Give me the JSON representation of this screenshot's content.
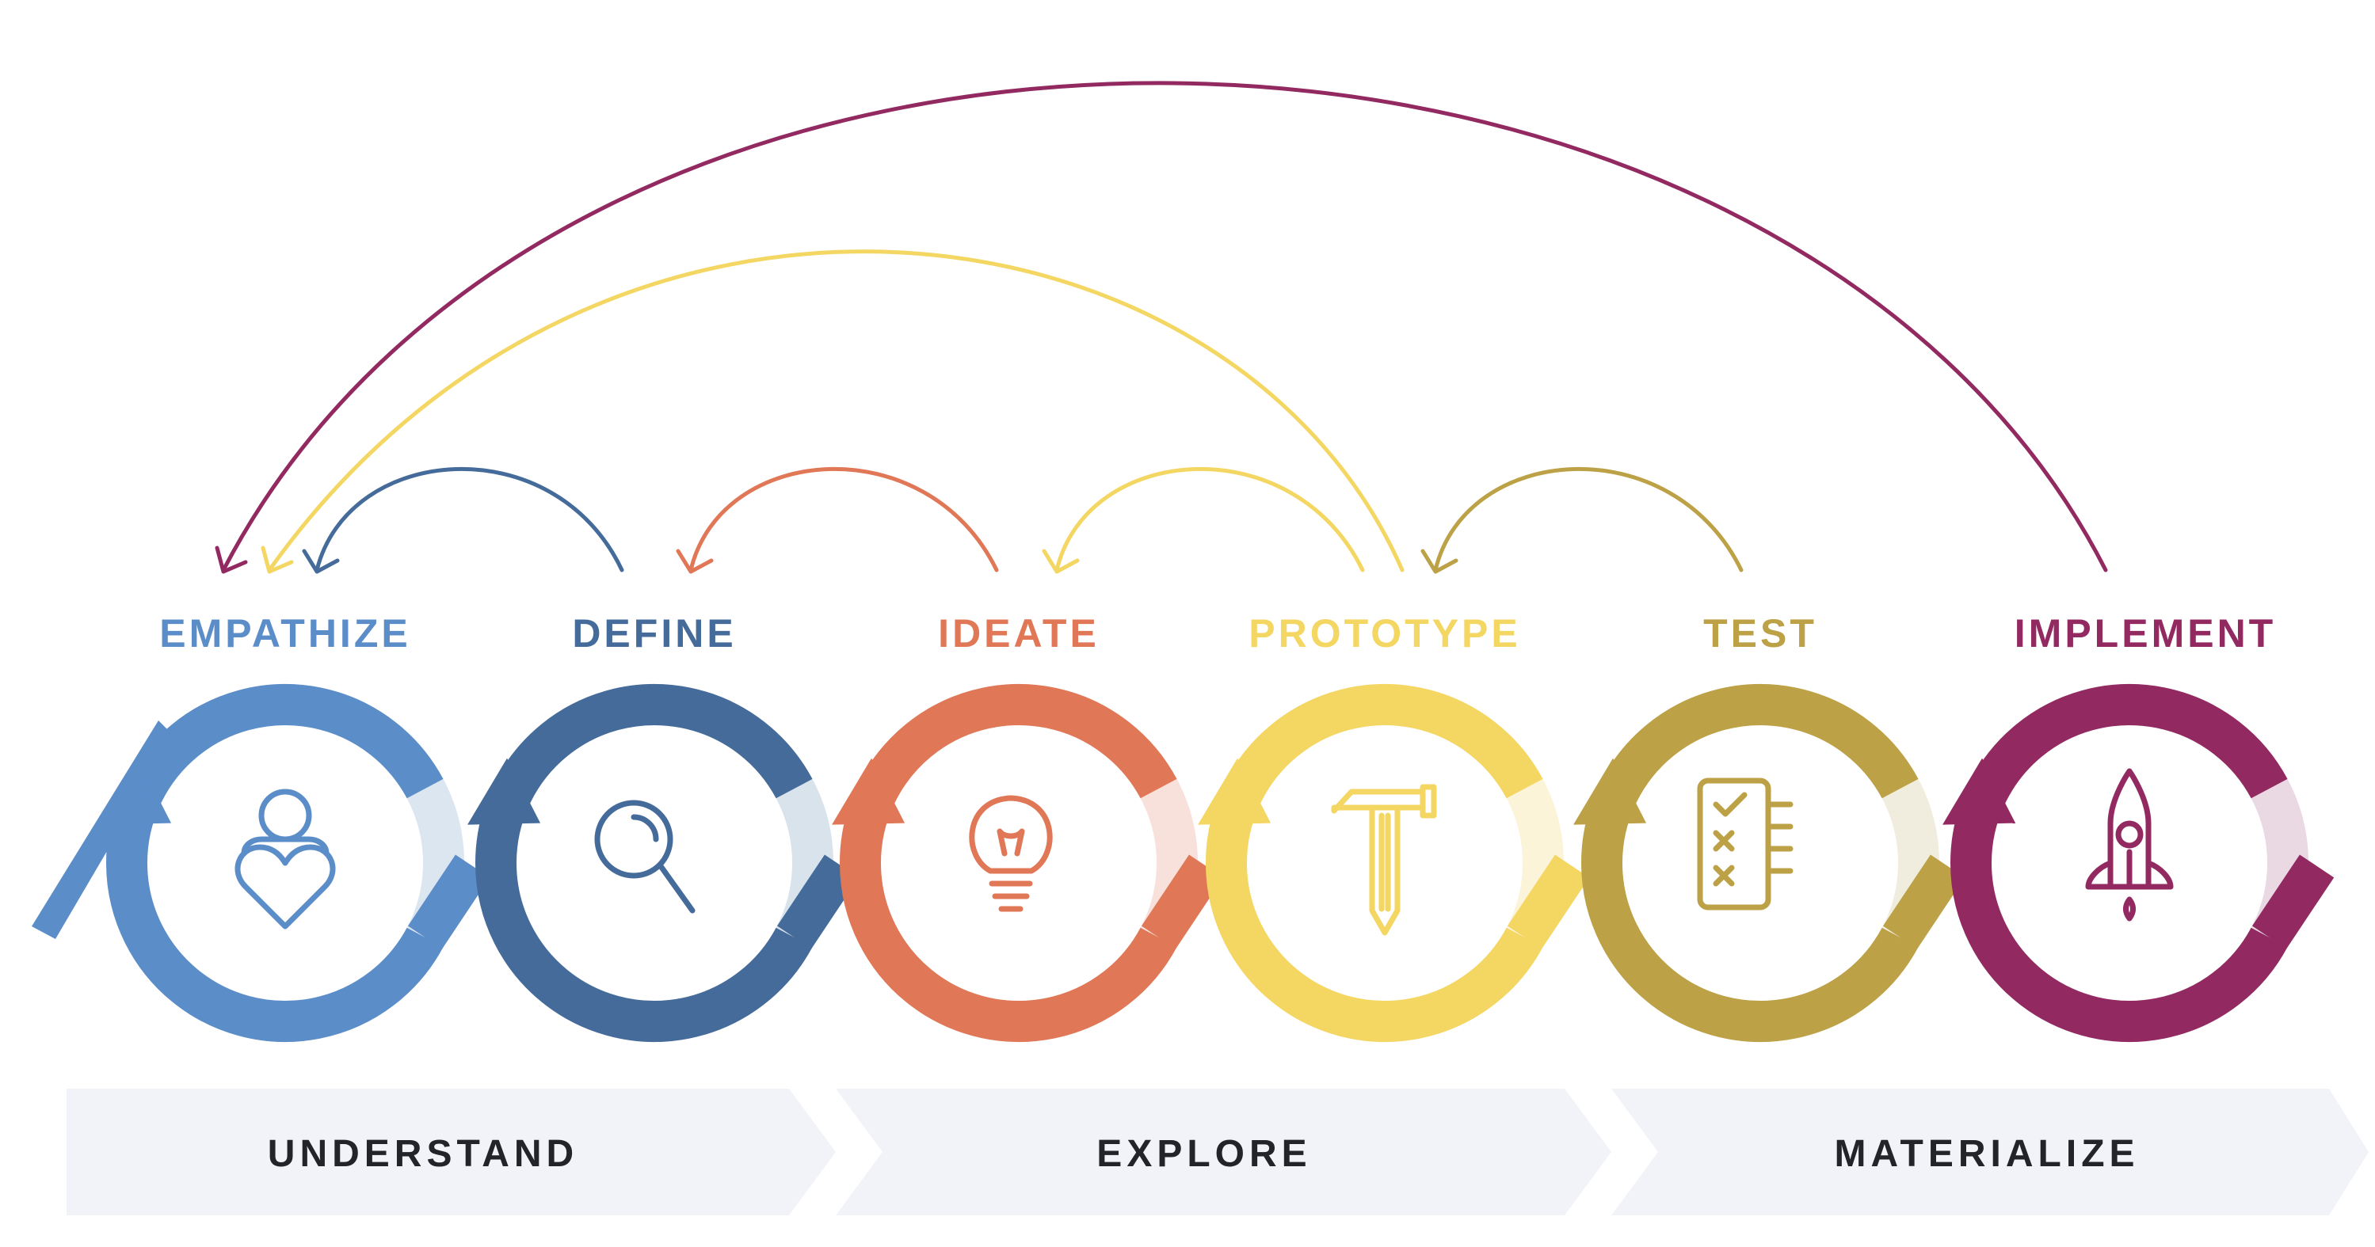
{
  "stages": [
    {
      "label": "EMPATHIZE",
      "color": "#5b8dc9",
      "light": "#dbe6f1",
      "icon": "person-heart-icon"
    },
    {
      "label": "DEFINE",
      "color": "#456b9a",
      "light": "#d9e3ec",
      "icon": "magnifying-glass-icon"
    },
    {
      "label": "IDEATE",
      "color": "#e07757",
      "light": "#f7e1da",
      "icon": "lightbulb-icon"
    },
    {
      "label": "PROTOTYPE",
      "color": "#f4d663",
      "light": "#fbf4d8",
      "icon": "hammer-pencil-icon"
    },
    {
      "label": "TEST",
      "color": "#bca146",
      "light": "#f1edde",
      "icon": "checklist-icon"
    },
    {
      "label": "IMPLEMENT",
      "color": "#922a61",
      "light": "#ead8e3",
      "icon": "rocket-icon"
    }
  ],
  "phases": [
    {
      "label": "UNDERSTAND"
    },
    {
      "label": "EXPLORE"
    },
    {
      "label": "MATERIALIZE"
    }
  ],
  "feedback_arrows": [
    {
      "from": "DEFINE",
      "to": "EMPATHIZE",
      "color": "#456b9a"
    },
    {
      "from": "IDEATE",
      "to": "DEFINE",
      "color": "#e07757"
    },
    {
      "from": "PROTOTYPE",
      "to": "IDEATE",
      "color": "#f4d663"
    },
    {
      "from": "TEST",
      "to": "PROTOTYPE",
      "color": "#bca146"
    },
    {
      "from": "PROTOTYPE",
      "to": "EMPATHIZE",
      "color": "#f4d663"
    },
    {
      "from": "IMPLEMENT",
      "to": "EMPATHIZE",
      "color": "#922a61"
    }
  ],
  "phase_band_color": "#f1f3f8",
  "phase_text_color": "#222428"
}
